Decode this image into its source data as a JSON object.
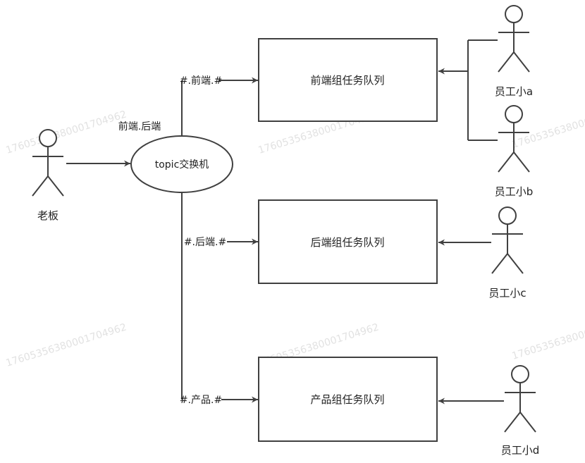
{
  "watermark": "17605356380001704962",
  "actors": {
    "boss": "老板",
    "worker_a": "员工小a",
    "worker_b": "员工小b",
    "worker_c": "员工小c",
    "worker_d": "员工小d"
  },
  "exchange": {
    "label": "topic交换机"
  },
  "routing": {
    "send_key": "前端.后端",
    "frontend_binding": "#.前端.#",
    "backend_binding": "#.后端.#",
    "product_binding": "#.产品.#"
  },
  "queues": {
    "frontend": "前端组任务队列",
    "backend": "后端组任务队列",
    "product": "产品组任务队列"
  },
  "colors": {
    "stroke": "#404040",
    "watermark": "#e2e2e2",
    "text": "#222222"
  }
}
